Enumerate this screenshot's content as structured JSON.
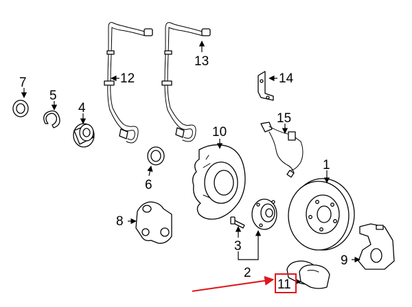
{
  "callouts": {
    "c1": "1",
    "c2": "2",
    "c3": "3",
    "c4": "4",
    "c5": "5",
    "c6": "6",
    "c7": "7",
    "c8": "8",
    "c9": "9",
    "c10": "10",
    "c11": "11",
    "c12": "12",
    "c13": "13",
    "c14": "14",
    "c15": "15"
  },
  "highlight": {
    "callout": "11",
    "color": "#e0161b"
  }
}
